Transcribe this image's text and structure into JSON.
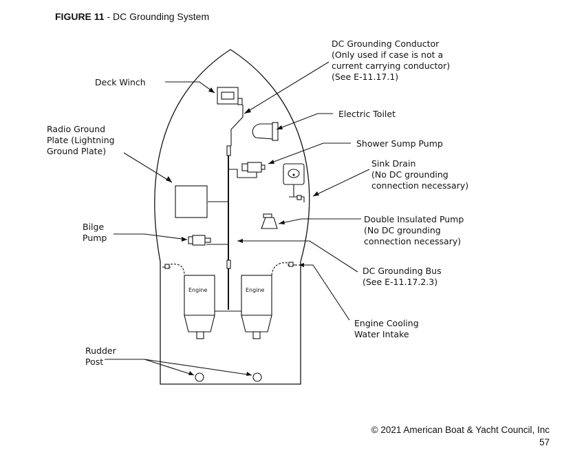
{
  "figure": {
    "number": "FIGURE 11",
    "separator": " - ",
    "title": "DC Grounding System"
  },
  "labels": {
    "dc_grounding_conductor": [
      "DC Grounding Conductor",
      "(Only used if case is not a",
      "current carrying conductor)",
      "(See E-11.17.1)"
    ],
    "deck_winch": [
      "Deck Winch"
    ],
    "electric_toilet": [
      "Electric Toilet"
    ],
    "radio_ground_plate": [
      "Radio Ground",
      "Plate (Lightning",
      "Ground Plate)"
    ],
    "shower_sump_pump": [
      "Shower Sump Pump"
    ],
    "sink_drain": [
      "Sink Drain",
      "(No DC grounding",
      "connection necessary)"
    ],
    "double_insulated_pump": [
      "Double Insulated Pump",
      "(No DC grounding",
      "connection necessary)"
    ],
    "bilge_pump": [
      "Bilge",
      "Pump"
    ],
    "dc_grounding_bus": [
      "DC Grounding Bus",
      "(See E-11.17.2.3)"
    ],
    "engine_cooling_water_intake": [
      "Engine Cooling",
      "Water Intake"
    ],
    "rudder_post": [
      "Rudder",
      "Post"
    ],
    "engine_left": "Engine",
    "engine_right": "Engine"
  },
  "footer": {
    "copyright": "© 2021 American Boat & Yacht Council, Inc",
    "page_number": "57"
  }
}
